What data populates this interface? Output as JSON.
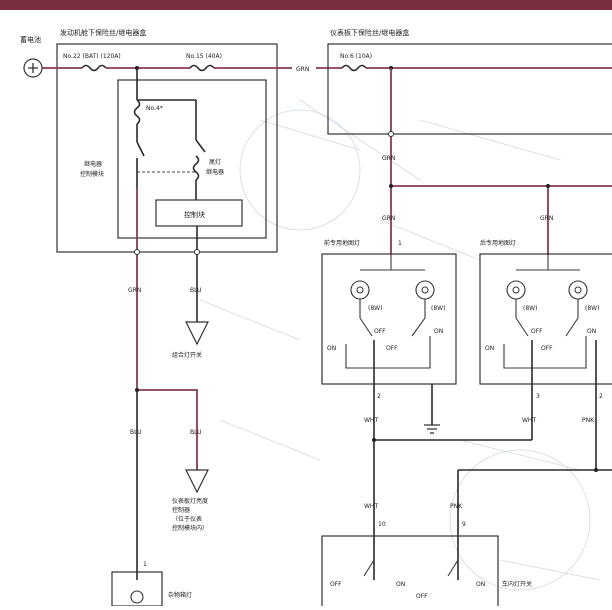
{
  "diagram": {
    "battery_label": "蓄电池",
    "engine_box_title": "发动机舱下保险丝/继电器盒",
    "dash_box_title": "仪表板下保险丝/继电器盒",
    "fuse_no22": "No.22 (BAT) (120A)",
    "fuse_no15": "No.15 (40A)",
    "fuse_no6": "No.6 (10A)",
    "relay_no4": "No.4*",
    "relay_ctrl_module": "继电器\n控制模块",
    "headlight_relay": "尾灯\n继电器",
    "control_unit": "控制块",
    "wire_grn": "GRN",
    "wire_blu": "BLU",
    "wire_wht": "WHT",
    "wire_pnk": "PNK",
    "combo_switch": "组合灯开关",
    "dash_dimmer": "仪表板灯亮度\n控制器\n（位于仪表\n控制模块内）",
    "front_map_light": "前专用地图灯",
    "rear_map_light": "后专用地图灯",
    "watt_8w": "(8W)",
    "sw_on": "ON",
    "sw_off": "OFF",
    "pin_1": "1",
    "pin_2": "2",
    "pin_9": "9",
    "pin_10": "10",
    "glovebox_light": "杂物箱灯",
    "ceiling_switch": "车内灯开关"
  },
  "colors": {
    "top_bar": "#7a2d3e",
    "wire_green": "#8a3a52",
    "line": "#2a2a2a"
  }
}
